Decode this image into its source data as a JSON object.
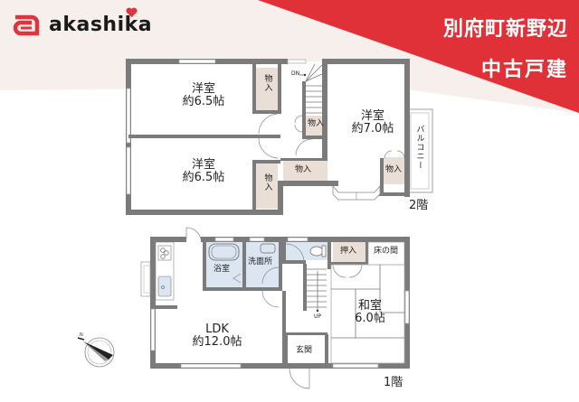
{
  "brand": {
    "name": "akashika",
    "logo_color": "#e2323a"
  },
  "header": {
    "location": "別府町新野辺",
    "property_type": "中古戸建",
    "banner_color": "#e03138"
  },
  "floor_plan": {
    "floor2": {
      "label": "2階",
      "rooms": [
        {
          "name": "洋室",
          "size": "約6.5帖",
          "position": "upper-left"
        },
        {
          "name": "洋室",
          "size": "約6.5帖",
          "position": "lower-left"
        },
        {
          "name": "洋室",
          "size": "約7.0帖",
          "position": "right"
        }
      ],
      "storage": [
        "物入",
        "物入",
        "物入",
        "物入",
        "物入"
      ],
      "balcony": "バルコニー",
      "stairs_label": "DN"
    },
    "floor1": {
      "label": "1階",
      "rooms": [
        {
          "name": "LDK",
          "size": "約12.0帖"
        },
        {
          "name": "和室",
          "size": "6.0帖"
        },
        {
          "name": "浴室",
          "size": ""
        },
        {
          "name": "洗面所",
          "size": ""
        },
        {
          "name": "玄関",
          "size": ""
        }
      ],
      "closet": "押入",
      "alcove": "床の間",
      "stairs_label": "UP"
    },
    "compass": {
      "label": "N",
      "icon": "compass-icon"
    },
    "colors": {
      "wall": "#7b7b7b",
      "storage_fill": "#eadfd6",
      "wet_area_fill": "#dce6f2",
      "background_tint": "#f7efec"
    }
  }
}
